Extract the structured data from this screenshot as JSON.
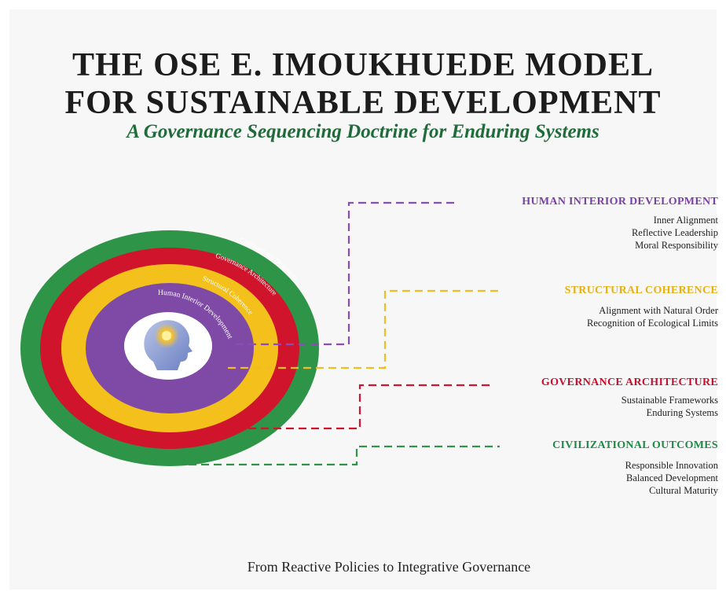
{
  "title_line1": "THE OSE E. IMOUKHUEDE MODEL",
  "title_line2": "FOR SUSTAINABLE DEVELOPMENT",
  "subtitle": "A Governance Sequencing Doctrine for Enduring Systems",
  "rings": {
    "outer": "Civilizational Outcomes",
    "second": "Governance Architecture",
    "third": "Structural Coherence",
    "inner": "Human Interior Development"
  },
  "sections": [
    {
      "heading": "HUMAN INTERIOR DEVELOPMENT",
      "color": "#7b3fa8",
      "items": [
        "Inner Alignment",
        "Reflective Leadership",
        "Moral Responsibility"
      ]
    },
    {
      "heading": "STRUCTURAL COHERENCE",
      "color": "#e8b010",
      "items": [
        "Alignment with Natural Order",
        "Recognition of Ecological Limits"
      ]
    },
    {
      "heading": "GOVERNANCE ARCHITECTURE",
      "color": "#c8102e",
      "items": [
        "Sustainable Frameworks",
        "Enduring Systems"
      ]
    },
    {
      "heading": "CIVILIZATIONAL OUTCOMES",
      "color": "#1f8a44",
      "items": [
        "Responsible Innovation",
        "Balanced Development",
        "Cultural Maturity"
      ]
    }
  ],
  "footer": "From Reactive Policies to Integrative Governance",
  "colors": {
    "green": "#2e9448",
    "red": "#d0142c",
    "yellow": "#f3c01c",
    "purple": "#7e4aa6",
    "title": "#1c1c1c",
    "subtitle": "#1f6b3a"
  },
  "icon": "head-with-glowing-light-icon"
}
